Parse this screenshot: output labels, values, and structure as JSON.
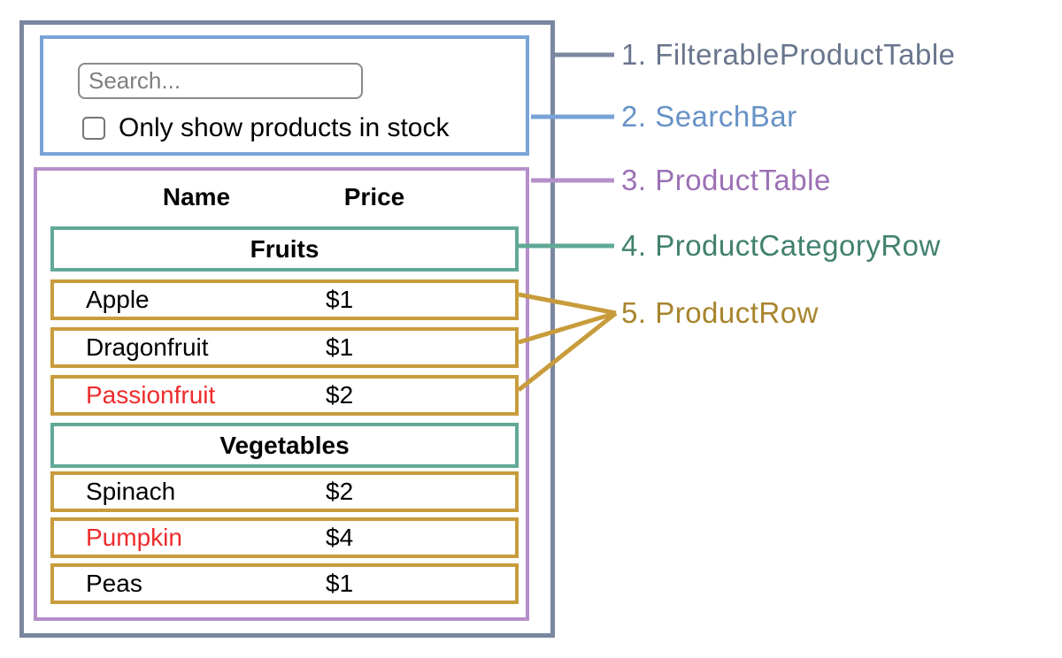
{
  "searchbar": {
    "placeholder": "Search...",
    "checkbox_label": "Only show products in stock",
    "checkbox_checked": false
  },
  "table": {
    "name_header": "Name",
    "price_header": "Price",
    "sections": [
      {
        "category": "Fruits",
        "rows": [
          {
            "name": "Apple",
            "price": "$1",
            "highlighted": false
          },
          {
            "name": "Dragonfruit",
            "price": "$1",
            "highlighted": false
          },
          {
            "name": "Passionfruit",
            "price": "$2",
            "highlighted": true
          }
        ]
      },
      {
        "category": "Vegetables",
        "rows": [
          {
            "name": "Spinach",
            "price": "$2",
            "highlighted": false
          },
          {
            "name": "Pumpkin",
            "price": "$4",
            "highlighted": true
          },
          {
            "name": "Peas",
            "price": "$1",
            "highlighted": false
          }
        ]
      }
    ]
  },
  "legend": [
    {
      "label": "1. FilterableProductTable",
      "color": "#68758c"
    },
    {
      "label": "2. SearchBar",
      "color": "#6792c6"
    },
    {
      "label": "3. ProductTable",
      "color": "#9c70b5"
    },
    {
      "label": "4. ProductCategoryRow",
      "color": "#41806f"
    },
    {
      "label": "5. ProductRow",
      "color": "#a8842d"
    }
  ],
  "colors": {
    "filterable": "#7b87a0",
    "searchbar": "#78a3d7",
    "producttable": "#b58fca",
    "categoryrow": "#61a996",
    "productrow": "#c89c3c",
    "highlight": "#ee2b2b"
  }
}
